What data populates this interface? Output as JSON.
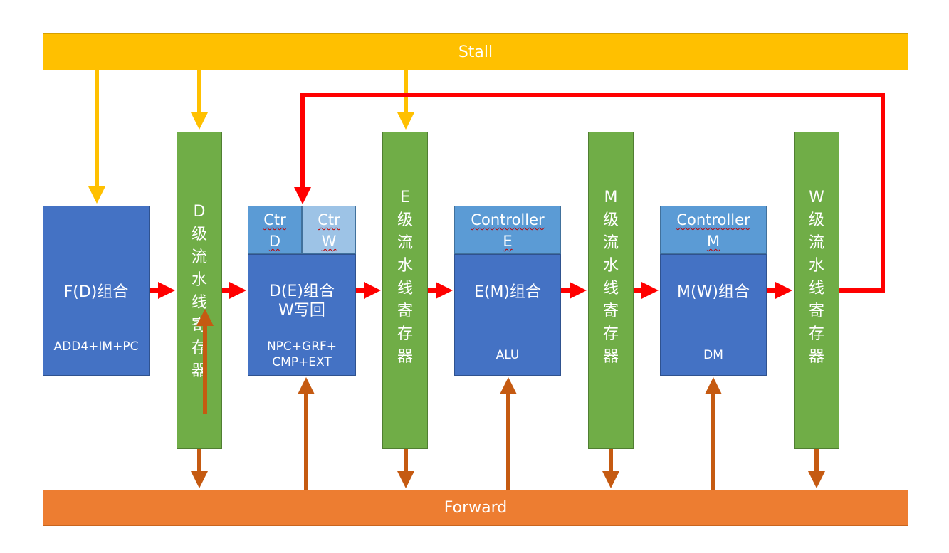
{
  "stall": {
    "label": "Stall"
  },
  "forward": {
    "label": "Forward"
  },
  "stage_f": {
    "title": "F(D)组合",
    "sub": "ADD4+IM+PC"
  },
  "stage_d": {
    "title": "D(E)组合\nW写回",
    "sub": "NPC+GRF+\nCMP+EXT",
    "ctrl_d": "Ctr\nD",
    "ctrl_w": "Ctr\nW"
  },
  "stage_e": {
    "title": "E(M)组合",
    "sub": "ALU",
    "ctrl": "Controller\nE"
  },
  "stage_m": {
    "title": "M(W)组合",
    "sub": "DM",
    "ctrl": "Controller\nM"
  },
  "regs": {
    "d": "D\n级\n流\n水\n线\n寄\n存\n器",
    "e": "E\n级\n流\n水\n线\n寄\n存\n器",
    "m": "M\n级\n流\n水\n线\n寄\n存\n器",
    "w": "W\n级\n流\n水\n线\n寄\n存\n器"
  },
  "colors": {
    "stall": "#FFC000",
    "forward": "#ED7D31",
    "stage": "#4472C4",
    "controller": "#5B9BD5",
    "register": "#70AD47",
    "data_arrow": "#FF0000",
    "stall_arrow": "#FFC000",
    "forward_arrow": "#C55A11"
  }
}
